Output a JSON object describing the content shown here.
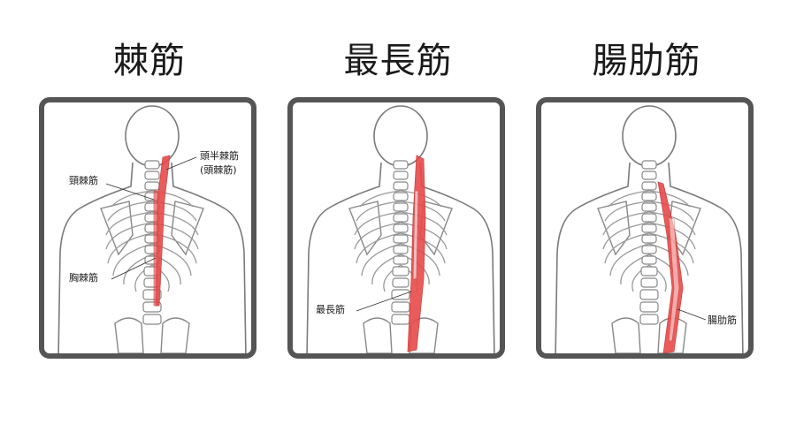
{
  "panels": [
    {
      "title": "棘筋",
      "labels": [
        "頭半棘筋",
        "(頭棘筋)",
        "頸棘筋",
        "胸棘筋"
      ]
    },
    {
      "title": "最長筋",
      "labels": [
        "最長筋"
      ]
    },
    {
      "title": "腸肋筋",
      "labels": [
        "腸肋筋"
      ]
    }
  ],
  "colors": {
    "muscle": "#e84a4a",
    "outline": "#555555",
    "bone": "#888888"
  }
}
